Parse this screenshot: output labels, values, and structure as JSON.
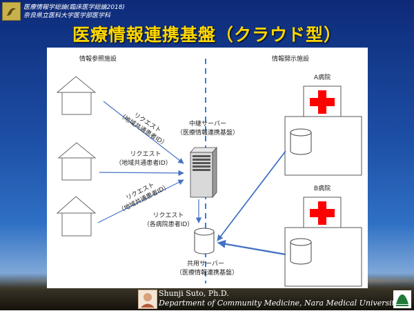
{
  "header": {
    "line1": "医療情報学総論(臨床医学総論2018)",
    "line2": "奈良県立医科大学医学部医学科"
  },
  "title": "医療情報連携基盤（クラウド型）",
  "diagram": {
    "left_heading": "情報参照施設",
    "right_heading": "情報開示施設",
    "relay_server": {
      "line1": "中継サーバー",
      "line2": "（医療情報連携基盤）"
    },
    "shared_server": {
      "line1": "共用サーバー",
      "line2": "（医療情報連携基盤）"
    },
    "hospital_a": "A病院",
    "hospital_b": "B病院",
    "request_label": "リクエスト",
    "regional_id_label": "（地域共通患者ID）",
    "hospital_id_label": "（各病院患者ID）"
  },
  "footer": {
    "author": "Shunji Suto, Ph.D.",
    "department": "Department of Community Medicine, Nara Medical University"
  },
  "colors": {
    "title": "#ffd700",
    "arrow": "#4472c4",
    "red_cross": "#ff0000",
    "dashed_line": "#1f6fd0"
  }
}
